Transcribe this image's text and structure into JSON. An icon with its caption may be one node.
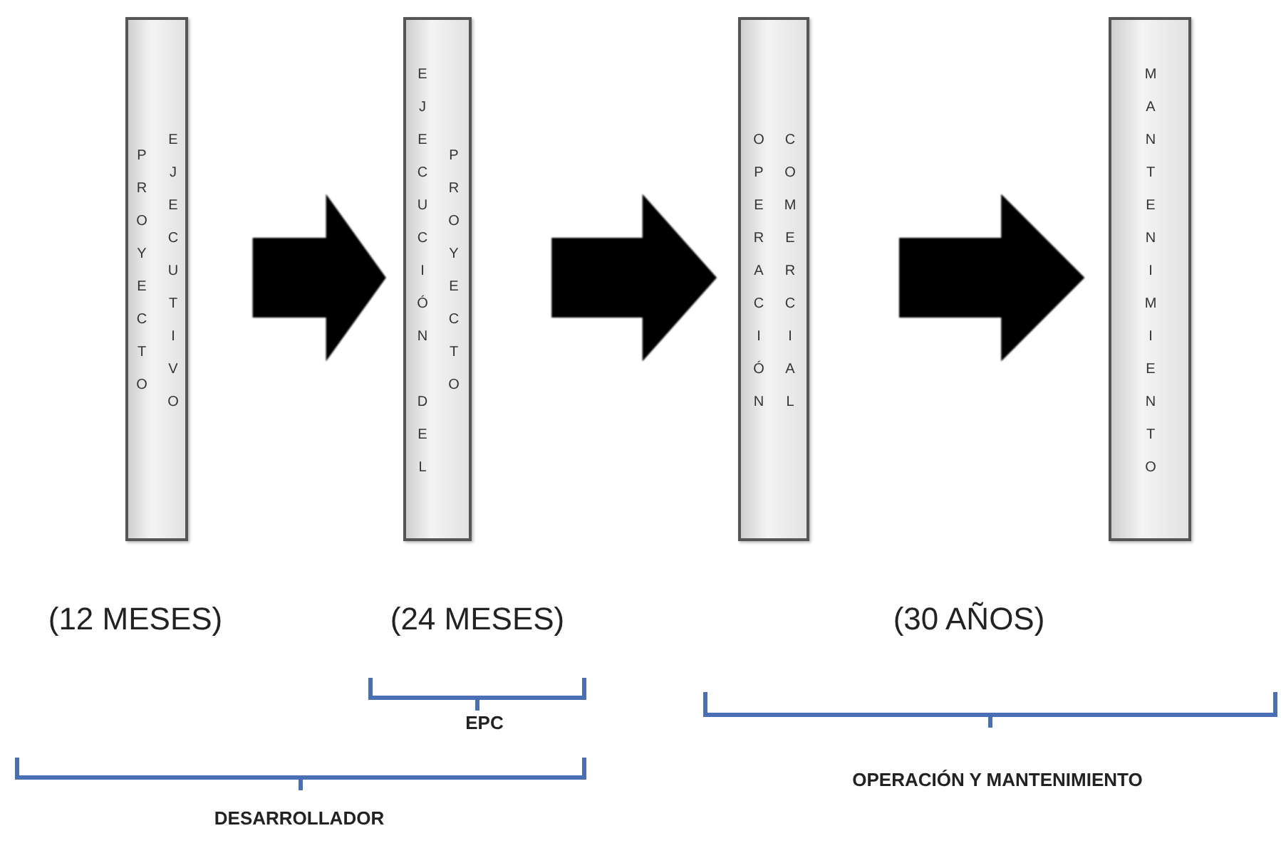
{
  "diagram": {
    "nodes": [
      {
        "text": [
          "PROYECTO EJECUTIVO"
        ]
      },
      {
        "text": [
          "EJECUCIÓN DEL PROYECTO"
        ]
      },
      {
        "text": [
          "OPERACIÓN COMERCIAL"
        ]
      },
      {
        "text": [
          "MANTENIMIENTO"
        ]
      }
    ],
    "edges": [
      {
        "from": 0,
        "to": 1,
        "arrow": "to",
        "style": "thick"
      },
      {
        "from": 1,
        "to": 2,
        "arrow": "to",
        "style": "thick"
      },
      {
        "from": 2,
        "to": 3,
        "arrow": "to",
        "style": "thick"
      }
    ],
    "labels": [
      "(12 MESES)",
      "(24 MESES)",
      "(30 AÑOS)",
      "EPC",
      "OPERACIÓN Y MANTENIMIENTO",
      "DESARROLLADOR"
    ]
  }
}
